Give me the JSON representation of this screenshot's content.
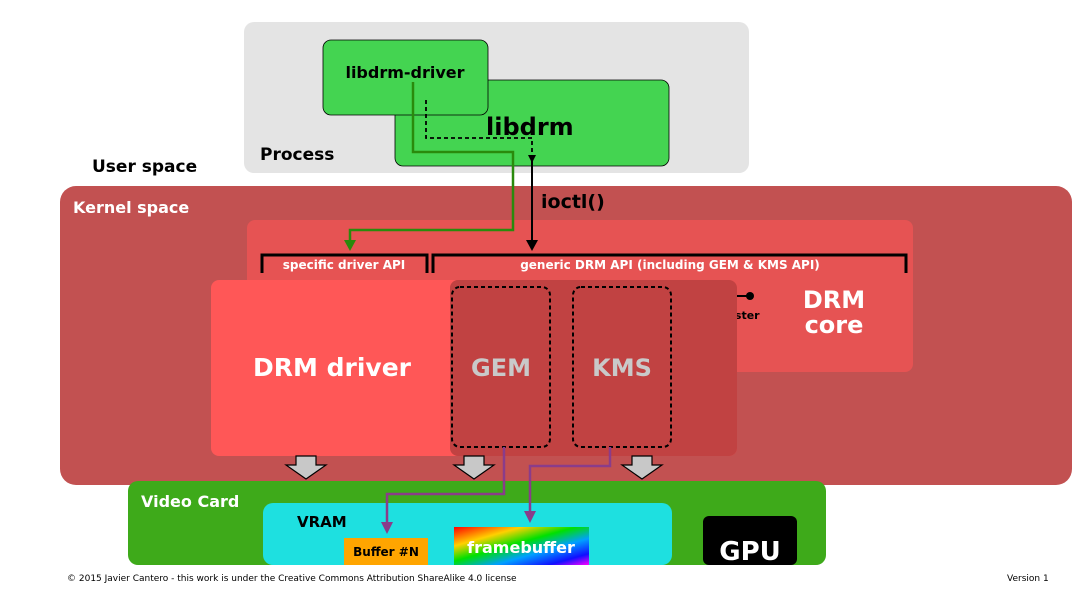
{
  "labels": {
    "libdrm_driver": "libdrm-driver",
    "libdrm": "libdrm",
    "process": "Process",
    "user_space": "User space",
    "kernel_space": "Kernel space",
    "ioctl": "ioctl()",
    "specific_api": "specific driver API",
    "generic_api": "generic DRM API (including GEM & KMS API)",
    "register": "register",
    "drm_core_line1": "DRM",
    "drm_core_line2": "core",
    "drm_driver": "DRM driver",
    "gem": "GEM",
    "kms": "KMS",
    "video_card": "Video Card",
    "vram": "VRAM",
    "buffer": "Buffer #N",
    "framebuffer": "framebuffer",
    "gpu": "GPU"
  },
  "footer": {
    "license": "© 2015 Javier Cantero - this work is under the Creative Commons Attribution ShareAlike 4.0 license",
    "version": "Version 1"
  },
  "colors": {
    "process_bg": "#e4e4e4",
    "libdrm_green": "#44d451",
    "kernel_bg": "#c25151",
    "drm_core_bg": "#e65353",
    "drm_driver_bg": "#ff5757",
    "gem_kms_bg": "#c14242",
    "video_card_bg": "#3eaa1a",
    "vram_bg": "#1ee0e0",
    "buffer_bg": "#ffa500",
    "gpu_bg": "#000000",
    "green_arrow": "#2a8a0c",
    "purple_arrow": "#8a3c8a"
  }
}
